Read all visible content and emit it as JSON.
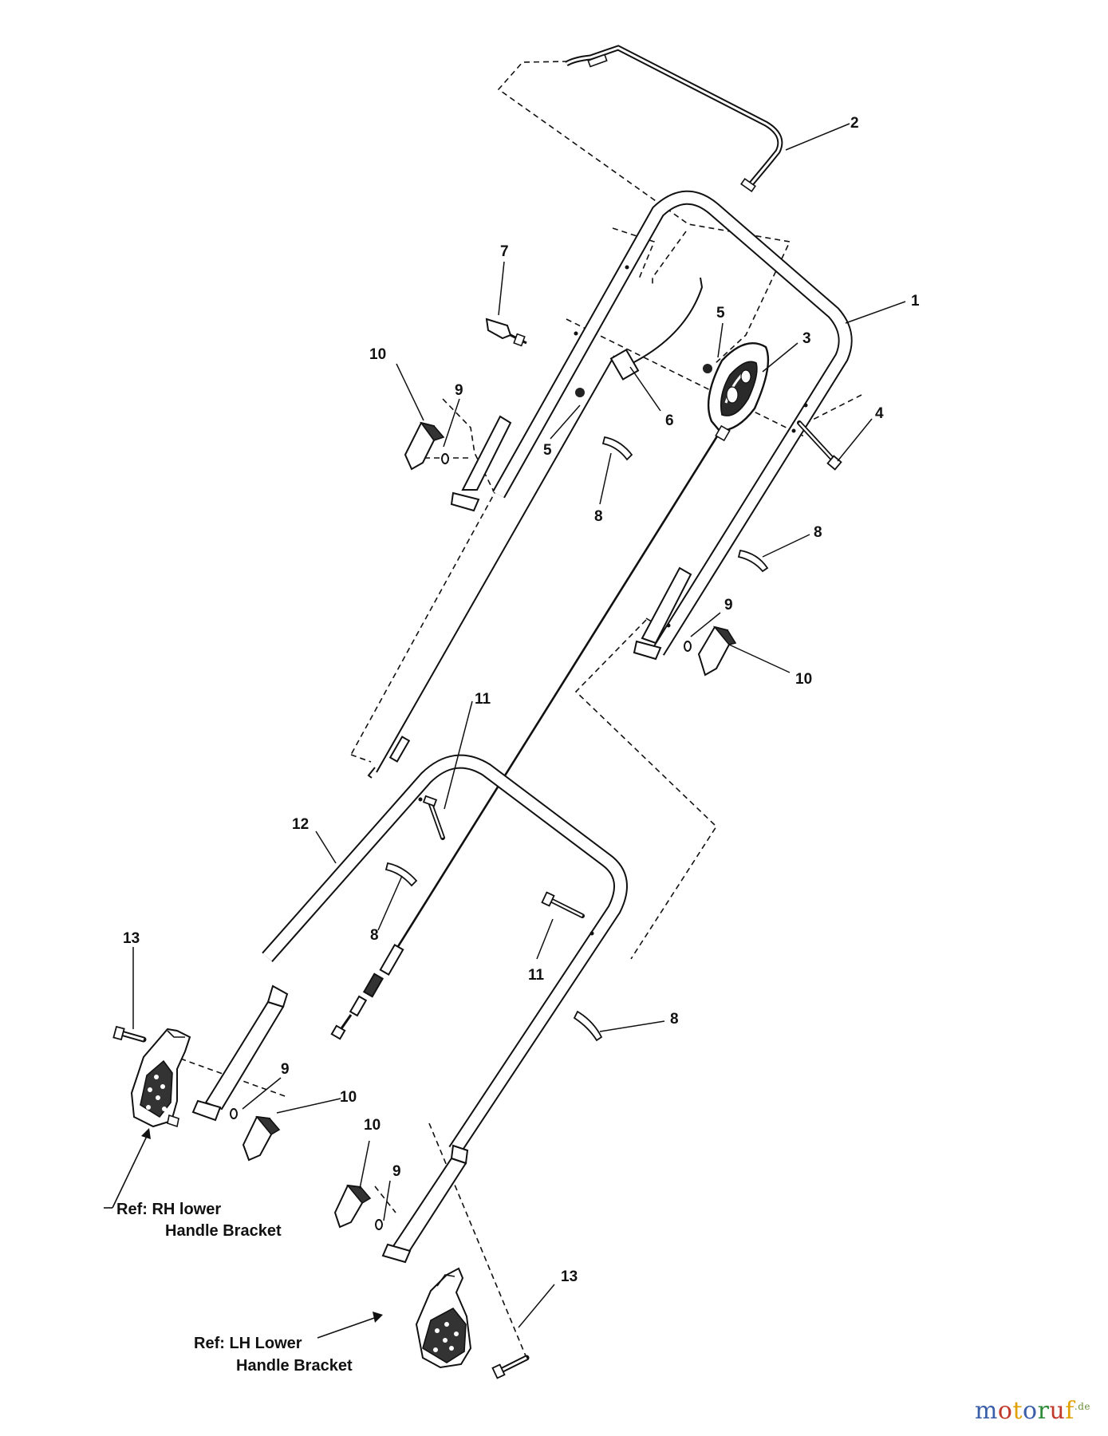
{
  "callouts": {
    "c1": "1",
    "c2": "2",
    "c3": "3",
    "c4": "4",
    "c5a": "5",
    "c5b": "5",
    "c6": "6",
    "c7": "7",
    "c8a": "8",
    "c8b": "8",
    "c8c": "8",
    "c8d": "8",
    "c9a": "9",
    "c9b": "9",
    "c9c": "9",
    "c9d": "9",
    "c10a": "10",
    "c10b": "10",
    "c10c": "10",
    "c10d": "10",
    "c11a": "11",
    "c11b": "11",
    "c12": "12",
    "c13a": "13",
    "c13b": "13"
  },
  "references": {
    "rh_line1": "Ref: RH lower",
    "rh_line2": "Handle Bracket",
    "lh_line1": "Ref: LH Lower",
    "lh_line2": "Handle Bracket"
  },
  "watermark": {
    "letters": [
      "m",
      "o",
      "t",
      "o",
      "r",
      "u",
      "f"
    ],
    "suffix": ".de",
    "colors": [
      "#3b5ea8",
      "#c0392b",
      "#e0a100",
      "#3b5ea8",
      "#2e8b3a",
      "#c0392b",
      "#e0a100"
    ]
  },
  "colors": {
    "line": "#111111",
    "fill": "#ffffff",
    "dark": "#2a2a2a"
  }
}
